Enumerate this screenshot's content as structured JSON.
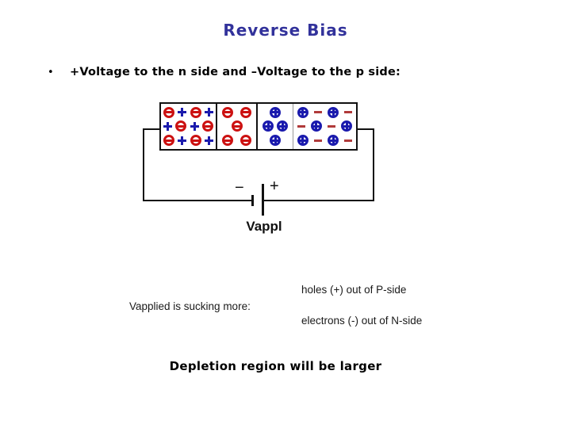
{
  "slide": {
    "title": "Reverse Bias",
    "bullet_marker": "•",
    "bullet_text": "+Voltage to the n side and –Voltage to the p side:",
    "bottom_note": "Depletion region will be larger"
  },
  "circuit": {
    "battery_minus_label": "−",
    "battery_plus_label": "+",
    "battery_name": "Vappl"
  },
  "annotations": {
    "sucking": "Vapplied is sucking more:",
    "holes": "holes (+) out of P-side",
    "electrons": "electrons (-) out of N-side"
  },
  "colors": {
    "title": "#32329b",
    "acceptor_ion_red": "#cc1111",
    "carrier_blue": "#1a1aad",
    "electron_minus_red": "#b03a3a"
  },
  "diagram": {
    "symbols": {
      "om": "circled-minus-red-acceptor-ion",
      "op": "circled-plus-blue-donor-ion",
      "p+": "plus-blue-hole",
      "m-": "minus-red-electron"
    },
    "regions": [
      {
        "name": "p-bulk",
        "rows": [
          [
            "om",
            "p+",
            "om",
            "p+"
          ],
          [
            "p+",
            "om",
            "p+",
            "om"
          ],
          [
            "om",
            "p+",
            "om",
            "p+"
          ]
        ]
      },
      {
        "name": "depletion-p",
        "rows": [
          [
            "om",
            "om"
          ],
          [
            "om"
          ],
          [
            "om",
            "om"
          ]
        ]
      },
      {
        "name": "depletion-n",
        "rows": [
          [
            "op"
          ],
          [
            "op",
            "op"
          ],
          [
            "op"
          ]
        ]
      },
      {
        "name": "n-bulk",
        "rows": [
          [
            "op",
            "m-",
            "op",
            "m-"
          ],
          [
            "m-",
            "op",
            "m-",
            "op"
          ],
          [
            "op",
            "m-",
            "op",
            "m-"
          ]
        ]
      }
    ]
  }
}
